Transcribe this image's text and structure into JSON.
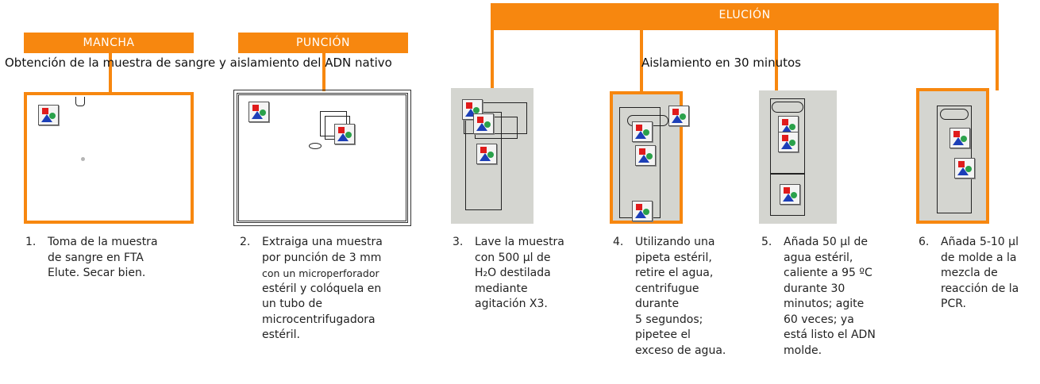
{
  "headers": {
    "mancha": "MANCHA",
    "puncion": "PUNCIÓN",
    "elucion": "ELUCIÓN"
  },
  "subtitles": {
    "left": "Obtención de la muestra de sangre y aislamiento del ADN nativo",
    "right": "Aislamiento en 30 minutos"
  },
  "steps": [
    {
      "number": "1.",
      "lines": [
        "Toma de la muestra",
        "de sangre en FTA",
        "Elute. Secar bien."
      ]
    },
    {
      "number": "2.",
      "lines": [
        "Extraiga una muestra",
        "por punción de 3 mm",
        "con un microperforador",
        "estéril y colóquela en",
        "un tubo de",
        "microcentrifugadora",
        "estéril."
      ]
    },
    {
      "number": "3.",
      "lines": [
        "Lave la muestra",
        "con 500 µl de",
        "H₂O destilada",
        "mediante",
        "agitación X3."
      ]
    },
    {
      "number": "4.",
      "lines": [
        "Utilizando una",
        "pipeta estéril,",
        "retire el agua,",
        "centrifugue",
        "durante",
        "5 segundos;",
        "pipetee el",
        "exceso de agua."
      ]
    },
    {
      "number": "5.",
      "lines": [
        "Añada 50 µl de",
        "agua estéril,",
        "caliente a 95 ºC",
        "durante 30",
        "minutos; agite",
        "60 veces; ya",
        "está listo el ADN",
        "molde."
      ]
    },
    {
      "number": "6.",
      "lines": [
        "Añada 5-10 µl",
        "de molde a la",
        "mezcla de",
        "reacción de la",
        "PCR."
      ]
    }
  ],
  "colors": {
    "accent": "#F7870F",
    "panel_gray": "#D4D5D0"
  },
  "icons": [
    "picture-placeholder-icon"
  ]
}
